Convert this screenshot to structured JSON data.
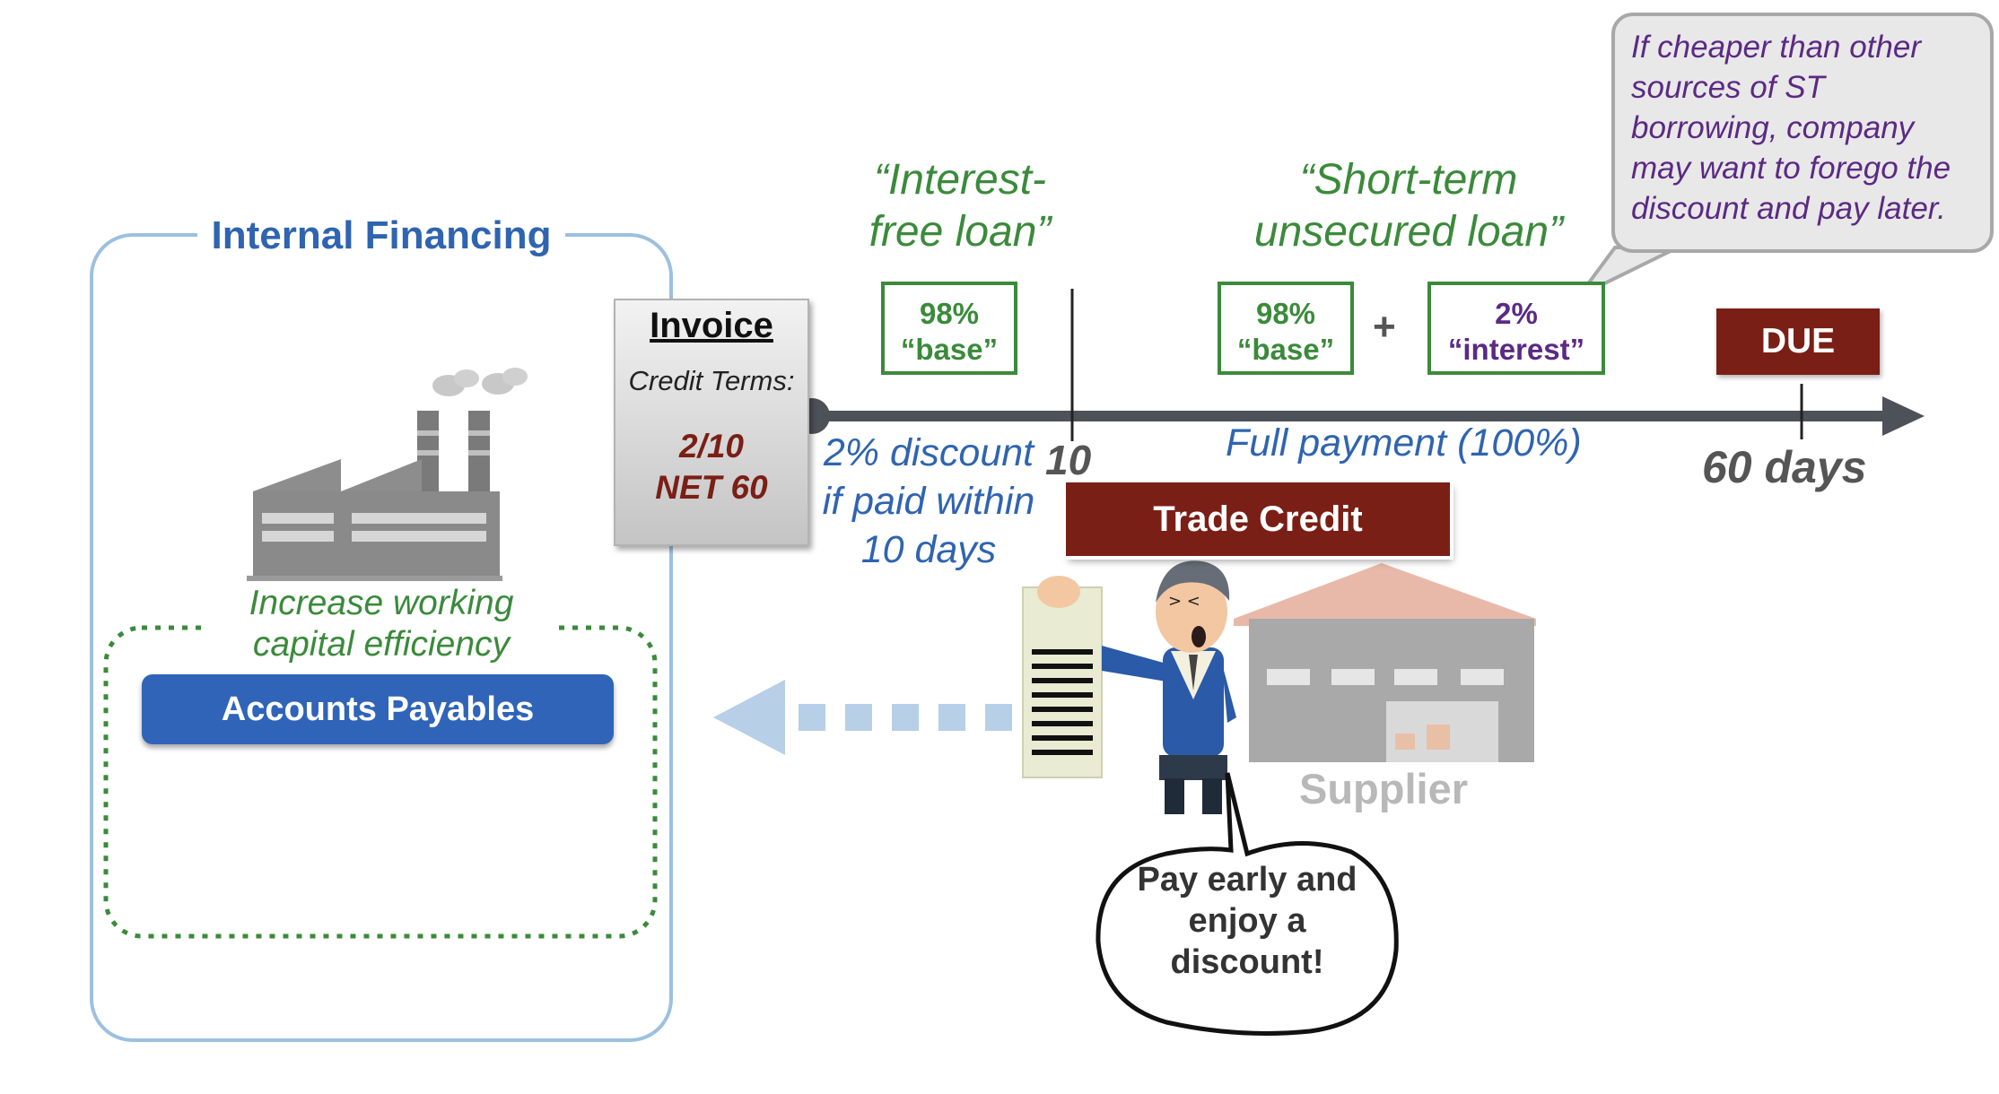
{
  "panel": {
    "title": "Internal Financing",
    "note": "Increase working capital efficiency",
    "button": "Accounts Payables"
  },
  "invoice": {
    "title": "Invoice",
    "credit_label": "Credit Terms:",
    "terms_line1": "2/10",
    "terms_line2": "NET 60"
  },
  "timeline": {
    "quote1": "“Interest-free loan”",
    "quote1_line1": "“Interest-",
    "quote1_line2": "free loan”",
    "quote2_line1": "“Short-term",
    "quote2_line2": "unsecured loan”",
    "base_pct": "98%",
    "base_label": "“base”",
    "plus": "+",
    "interest_pct": "2%",
    "interest_label": "“interest”",
    "due": "DUE",
    "tick10": "10",
    "tick60": "60 days",
    "discount_text": "2% discount if paid within 10 days",
    "full_payment": "Full payment (100%)"
  },
  "trade_credit": "Trade Credit",
  "callout": "If cheaper than other sources of ST borrowing, company may want to forego the discount and pay later.",
  "supplier": "Supplier",
  "speech": "Pay early and enjoy a discount!",
  "colors": {
    "green": "#3b8a3b",
    "blue": "#2f64b0",
    "maroon": "#7a1f16",
    "purple": "#5b2a83",
    "arrow": "#4d5158"
  }
}
